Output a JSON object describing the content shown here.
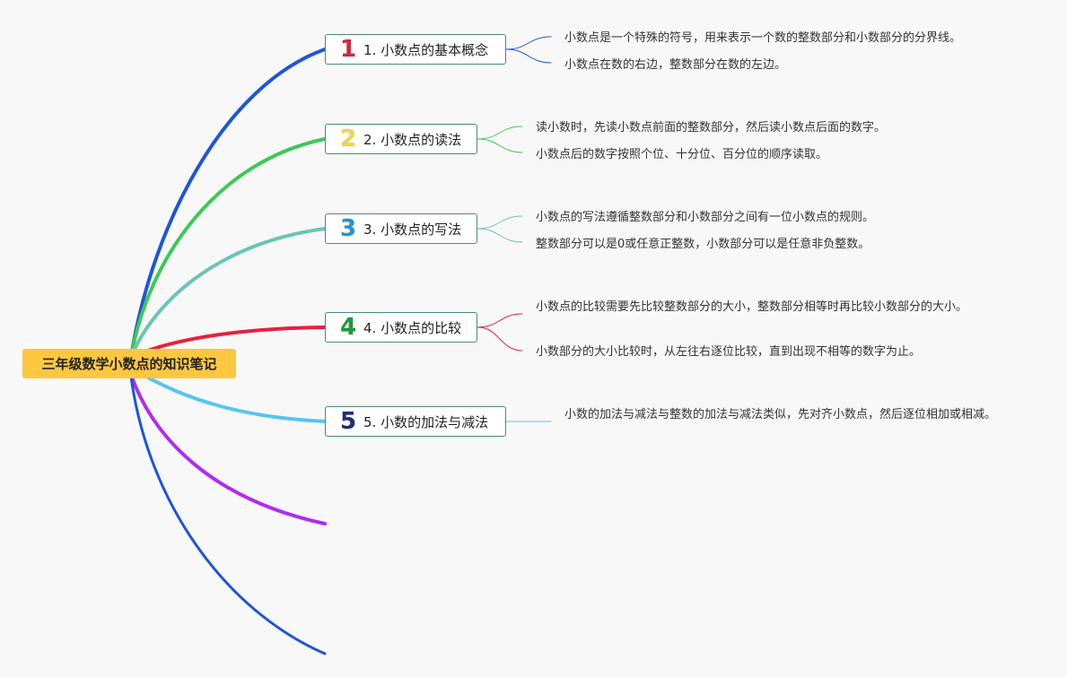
{
  "root": {
    "title": "三年级数学小数点的知识笔记"
  },
  "topics": [
    {
      "num": "1",
      "label": "1. 小数点的基本概念",
      "color": "#d7263d",
      "line_color": "#1f55d8",
      "notes": [
        "小数点是一个特殊的符号，用来表示一个数的整数部分和小数部分的分界线。",
        "小数点在数的右边，整数部分在数的左边。"
      ]
    },
    {
      "num": "2",
      "label": "2. 小数点的读法",
      "color": "#f3d54a",
      "line_color": "#3cc957",
      "notes": [
        "读小数时，先读小数点前面的整数部分，然后读小数点后面的数字。",
        "小数点后的数字按照个位、十分位、百分位的顺序读取。"
      ]
    },
    {
      "num": "3",
      "label": "3. 小数点的写法",
      "color": "#2196d6",
      "line_color": "#6ac5b4",
      "notes": [
        "小数点的写法遵循整数部分和小数部分之间有一位小数点的规则。",
        "整数部分可以是0或任意正整数，小数部分可以是任意非负整数。"
      ]
    },
    {
      "num": "4",
      "label": "4. 小数点的比较",
      "color": "#1f9a3a",
      "line_color": "#e8203f",
      "notes": [
        "小数点的比较需要先比较整数部分的大小，整数部分相等时再比较小数部分的大小。",
        "小数部分的大小比较时，从左往右逐位比较，直到出现不相等的数字为止。"
      ]
    },
    {
      "num": "5",
      "label": "5. 小数的加法与减法",
      "color": "#1c2f7a",
      "line_color": "#57c6ee",
      "notes": [
        "小数的加法与减法与整数的加法与减法类似，先对齐小数点，然后逐位相加或相减。"
      ]
    }
  ],
  "empty_branches": [
    {
      "line_color": "#b02cf0"
    },
    {
      "line_color": "#1f55d8"
    }
  ]
}
